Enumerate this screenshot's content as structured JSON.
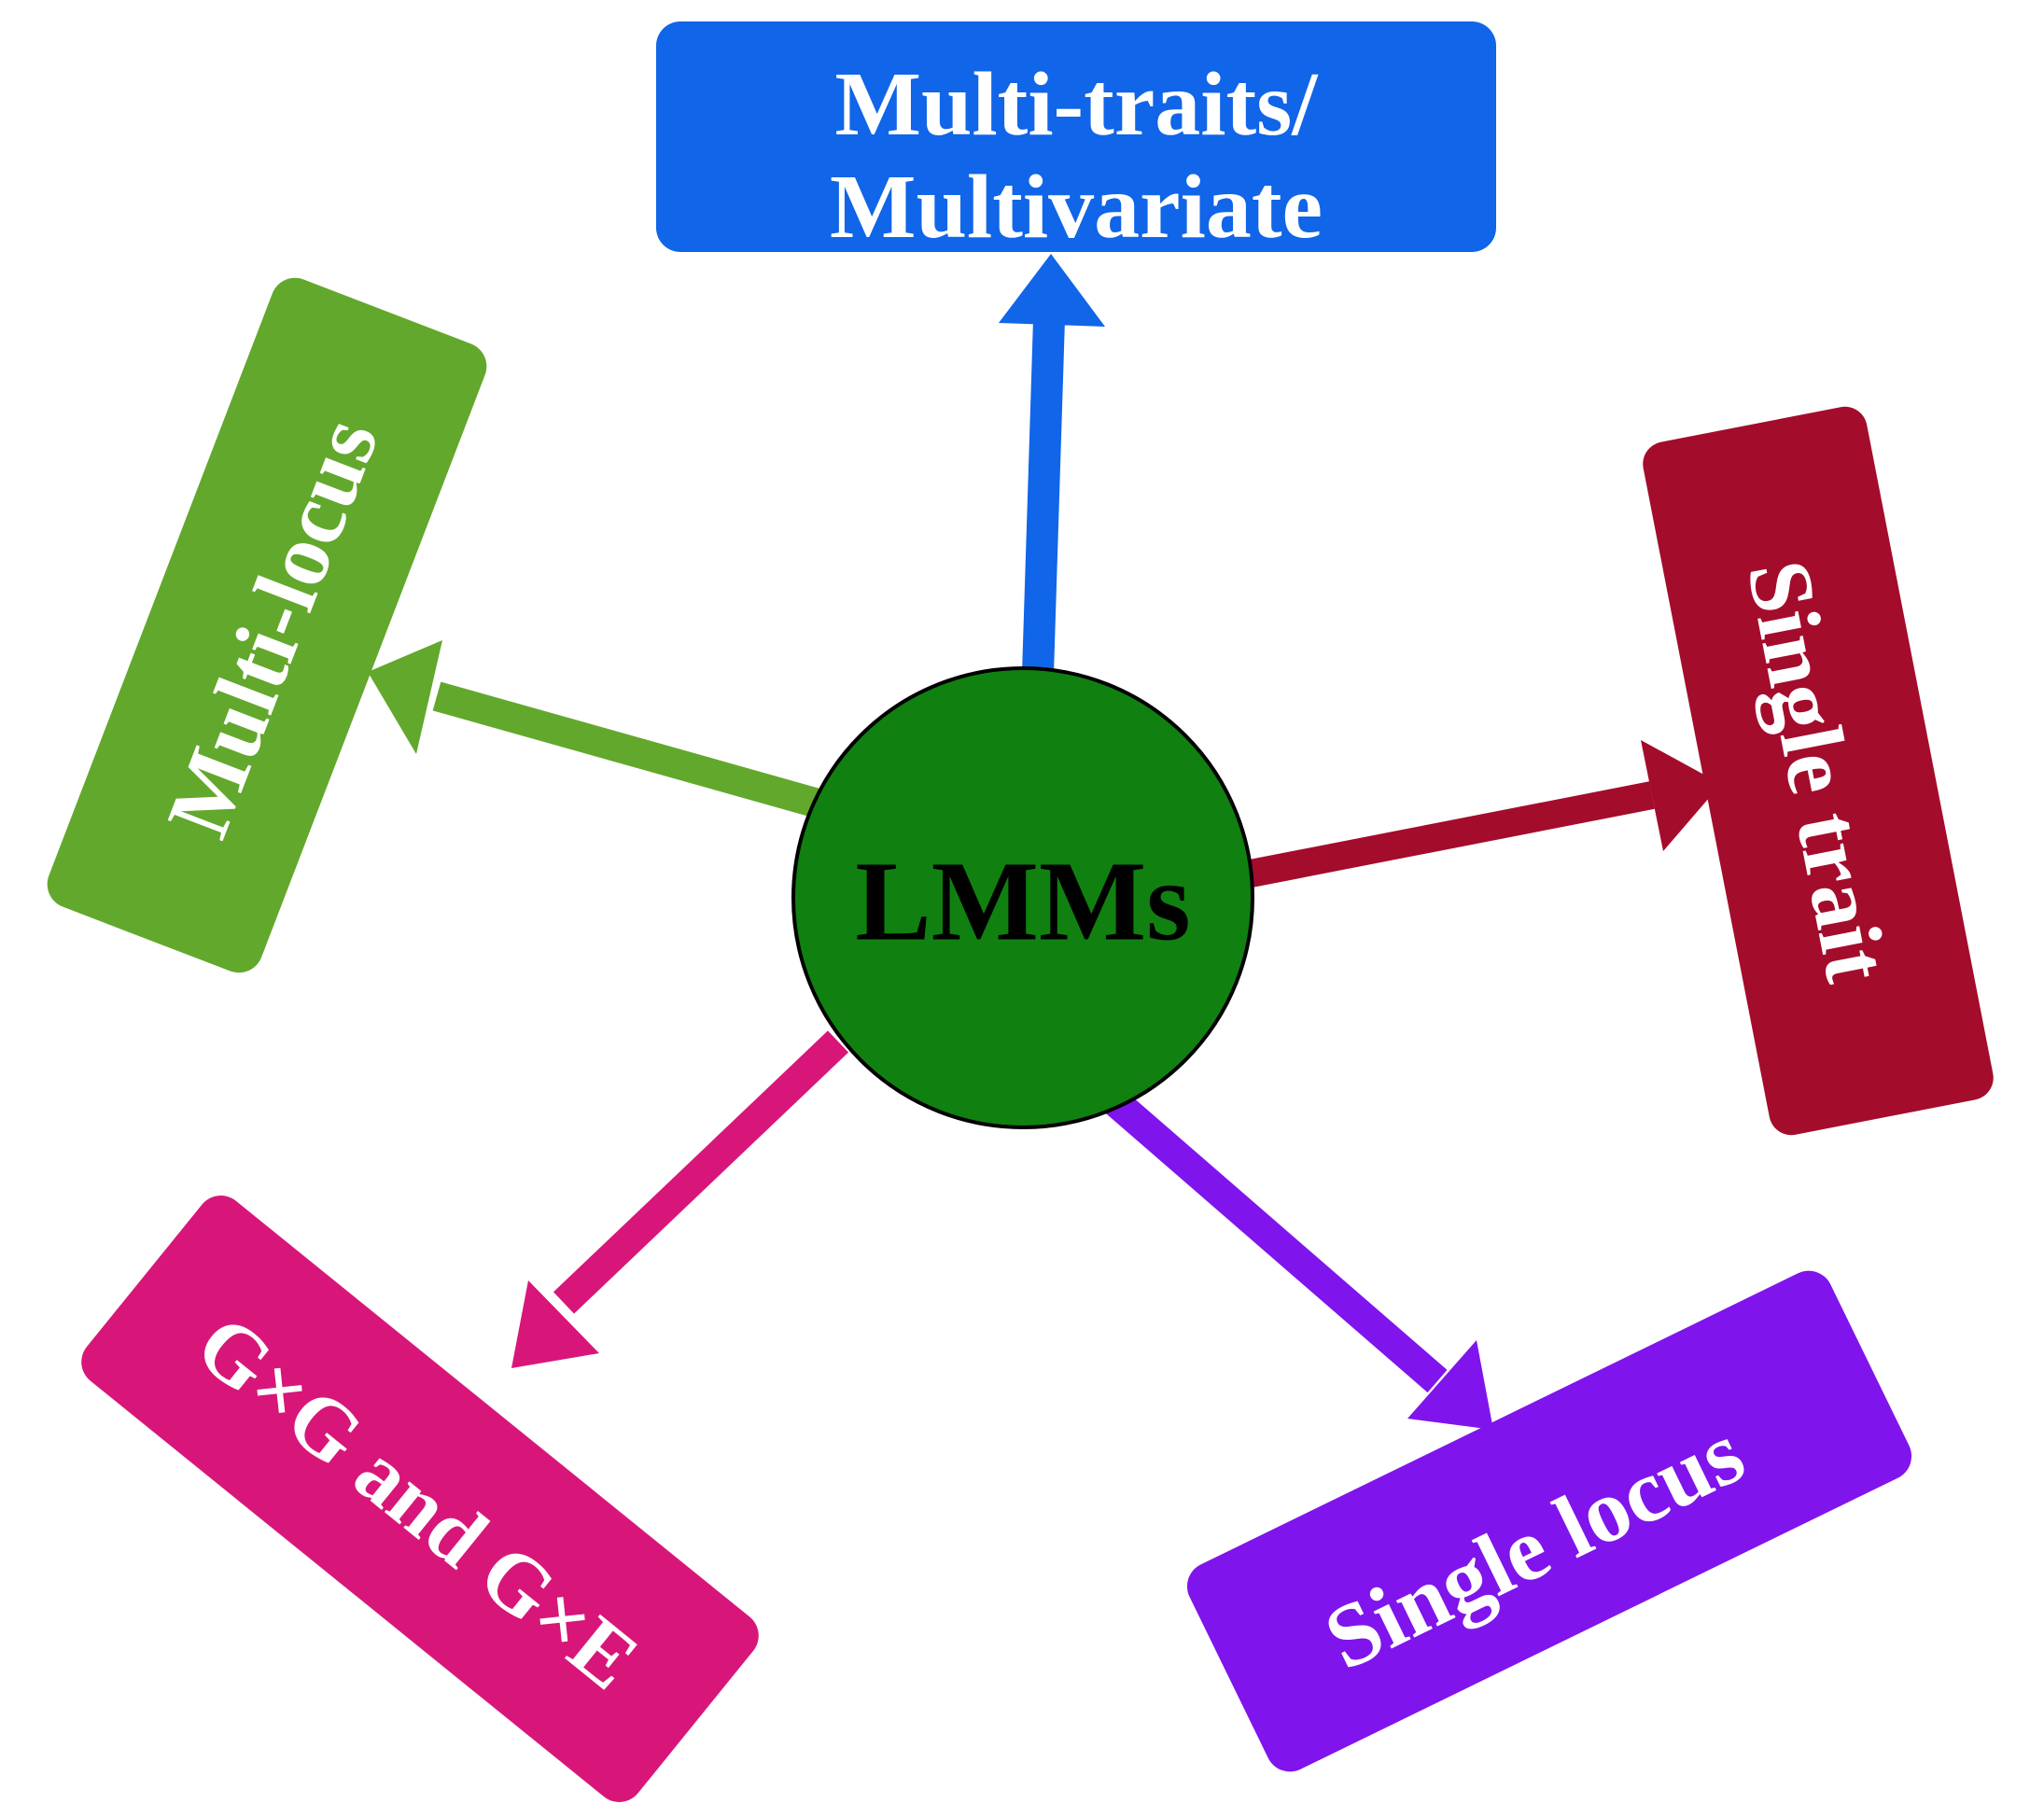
{
  "center": {
    "label": "LMMs",
    "color": "#108010"
  },
  "nodes": [
    {
      "key": "multi_traits",
      "lines": [
        "Multi-traits/",
        "Multivariate"
      ],
      "color": "#1065E8"
    },
    {
      "key": "single_trait",
      "lines": [
        "Single trait"
      ],
      "color": "#A40C2C"
    },
    {
      "key": "single_locus",
      "lines": [
        "Single locus"
      ],
      "color": "#8014EC"
    },
    {
      "key": "gxg_gxe",
      "lines": [
        "G×G and G×E"
      ],
      "color": "#D8167A"
    },
    {
      "key": "multi_locus",
      "lines": [
        "Multi-locus"
      ],
      "color": "#62A82C"
    }
  ]
}
